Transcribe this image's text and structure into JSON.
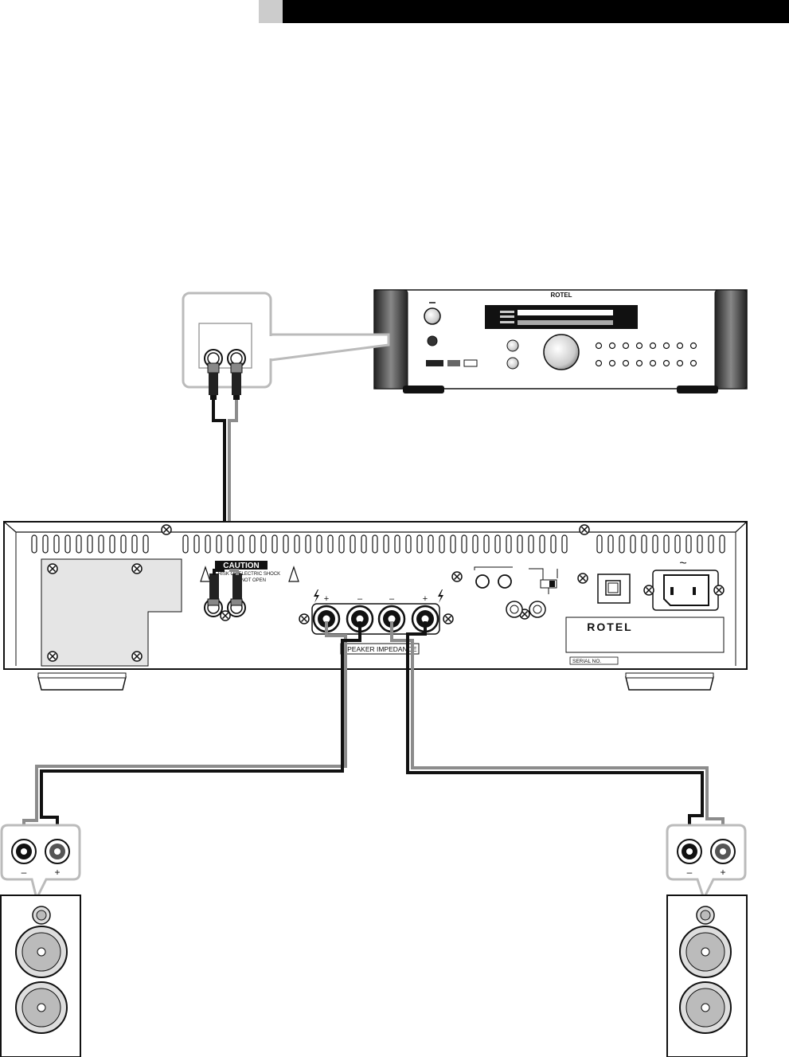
{
  "header": {
    "bar_color": "#000000",
    "tab_color": "#cccccc"
  },
  "preamp": {
    "brand": "ROTEL"
  },
  "amplifier": {
    "caution_title": "CAUTION",
    "caution_line1": "RISK OF ELECTRIC SHOCK",
    "caution_line2": "DO NOT OPEN",
    "speaker_impedance_label": "SPEAKER IMPEDANCE",
    "brand": "ROTEL",
    "serial_label": "SERIAL NO.",
    "terminal_signs": [
      "+",
      "–",
      "–",
      "+"
    ],
    "ac_symbol": "~"
  },
  "speakers": {
    "left": {
      "minus": "–",
      "plus": "+"
    },
    "right": {
      "minus": "–",
      "plus": "+"
    }
  },
  "wire_colors": {
    "black": "#111111",
    "gray": "#8c8c8c"
  },
  "icons": {
    "screw": "screw-icon",
    "warning": "warning-triangle-icon",
    "lightning": "lightning-bolt-icon"
  }
}
